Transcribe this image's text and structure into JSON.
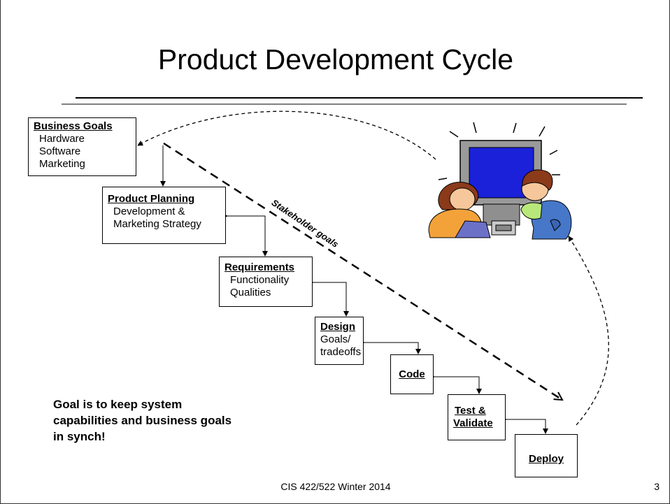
{
  "title": "Product Development Cycle",
  "boxes": {
    "business_goals": {
      "heading": "Business Goals",
      "lines": [
        "Hardware",
        "Software",
        "Marketing"
      ]
    },
    "product_planning": {
      "heading": "Product Planning",
      "lines": [
        "Development &",
        "Marketing Strategy"
      ]
    },
    "requirements": {
      "heading": "Requirements",
      "lines": [
        "Functionality",
        "Qualities"
      ]
    },
    "design": {
      "heading": "Design",
      "lines": [
        "Goals/",
        "tradeoffs"
      ]
    },
    "code": {
      "heading": "Code"
    },
    "test": {
      "heading_line1": "Test &",
      "heading_line2": "Validate"
    },
    "deploy": {
      "heading": "Deploy"
    }
  },
  "arrow_label": "Stakeholder goals",
  "note": {
    "lines": [
      "Goal is to keep system",
      "capabilities and business goals",
      "in synch!"
    ]
  },
  "footer": "CIS 422/522 Winter 2014",
  "page_number": "3",
  "illustration": "children-at-computer-clipart"
}
